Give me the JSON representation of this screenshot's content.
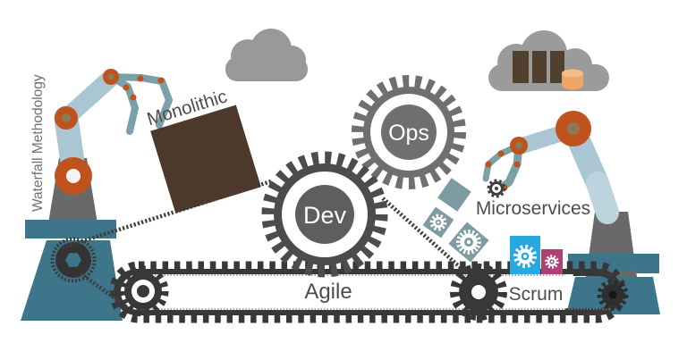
{
  "labels": {
    "waterfall_methodology": "Waterfall Methodology",
    "monolithic": "Monolithic",
    "dev": "Dev",
    "ops": "Ops",
    "agile": "Agile",
    "scrum": "Scrum",
    "microservices": "Microservices"
  },
  "icons": {
    "cloud": "gray cloud shape (circle union)",
    "cloud_storage": "gray cloud containing three dark container bars and a database cylinder",
    "database_cylinder": "orange cylinder",
    "robot_arm_left": "light blue crane arm with orange joints releasing monolith box",
    "robot_arm_right": "light blue crane arm with orange joints holding a small gear",
    "claw_gripper": "slate claw fingers with orange joint dots",
    "gear_dev": "large dark gear labeled Dev",
    "gear_ops": "large gray gear labeled Ops",
    "conveyor_belt": "toothed track belt labeled Agile with end gears",
    "drive_gear": "dark drive gear inside belt near Scrum",
    "pulley": "dark pulley wheel with chain on teal base",
    "chain": "thin dashed drive chain",
    "monolith_box": "large brown rotated cube",
    "microservice_tile": "slate rotated square tile with white gear icon",
    "container_tile_blue": "blue rectangle with white gear icon",
    "container_tile_magenta": "magenta rectangle with white gear icon"
  },
  "colors": {
    "background": "#ffffff",
    "arm_blue": "#a9c6d2",
    "arm_blue_light": "#bdd3dd",
    "claw_slate": "#7aa0aa",
    "joint_orange": "#c0521e",
    "joint_hub_olive": "#8c7b52",
    "base_teal": "#3d768b",
    "pedestal_gray": "#696969",
    "gear_dark": "#4d4c4c",
    "gear_medium": "#6f6f6f",
    "belt_dark": "#383838",
    "cloud_gray": "#999999",
    "box_brown": "#4d392c",
    "container_bar_brown": "#52402f",
    "cylinder_orange": "#eda667",
    "cylinder_orange_light": "#f2bd87",
    "tile_slate": "#7e9ba1",
    "tile_blue": "#29a8df",
    "tile_magenta": "#ae4076",
    "text_gray": "#4d4d4d",
    "vertical_text_gray": "#707070"
  }
}
